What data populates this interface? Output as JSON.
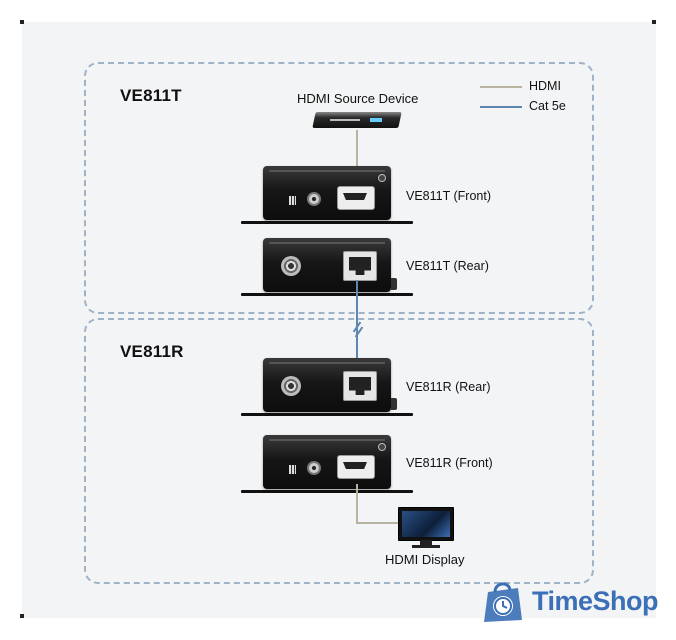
{
  "transmitter": {
    "title": "VE811T",
    "source_label": "HDMI Source Device",
    "front_label": "VE811T (Front)",
    "rear_label": "VE811T (Rear)"
  },
  "receiver": {
    "title": "VE811R",
    "rear_label": "VE811R (Rear)",
    "front_label": "VE811R (Front)",
    "display_label": "HDMI Display"
  },
  "legend": {
    "items": [
      {
        "label": "HDMI",
        "color": "#b8b3a0"
      },
      {
        "label": "Cat 5e",
        "color": "#5d87b0"
      }
    ]
  },
  "watermark": {
    "text": "TimeShop",
    "color": "#3b6fb6"
  }
}
